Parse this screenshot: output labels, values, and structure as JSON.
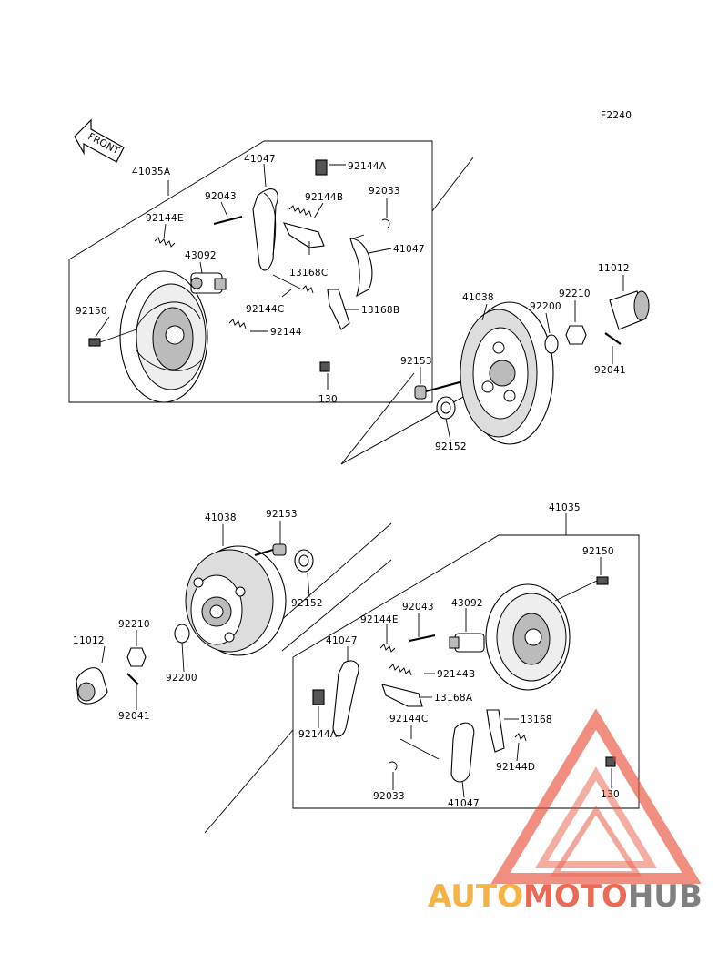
{
  "figure_code": "F2240",
  "front_label": "FRONT",
  "watermark": {
    "part1": "AUTO",
    "part2": "MOTO",
    "part3": "HUB",
    "colors": {
      "orange": "#f5a623",
      "red": "#e8503a",
      "grey": "#6b6b6b"
    }
  },
  "upper_group": {
    "labels": {
      "assy": "41035A",
      "shoe_a": "41047",
      "clip_a": "92144A",
      "pin": "92043",
      "spring_b": "92144B",
      "ring": "92033",
      "spring_e": "92144E",
      "cylinder": "43092",
      "shoe_b": "41047",
      "lever_c": "13168C",
      "bolt": "92150",
      "spring_c": "92144C",
      "lever_b": "13168B",
      "spring": "92144",
      "nut_bolt": "130",
      "drum": "41038",
      "cap": "11012",
      "washer": "92200",
      "nut": "92210",
      "bolt_hub": "92153",
      "cotter": "92041",
      "seal": "92152"
    }
  },
  "lower_group": {
    "labels": {
      "drum": "41038",
      "bolt_hub": "92153",
      "assy": "41035",
      "bolt": "92150",
      "seal": "92152",
      "pin": "92043",
      "cylinder": "43092",
      "spring_e": "92144E",
      "nut": "92210",
      "shoe_a": "41047",
      "cap": "11012",
      "washer": "92200",
      "spring_b": "92144B",
      "lever_a": "13168A",
      "cotter": "92041",
      "clip_a": "92144A",
      "spring_c": "92144C",
      "lever": "13168",
      "spring_d": "92144D",
      "nut_bolt": "130",
      "ring": "92033",
      "shoe_b": "41047"
    }
  }
}
